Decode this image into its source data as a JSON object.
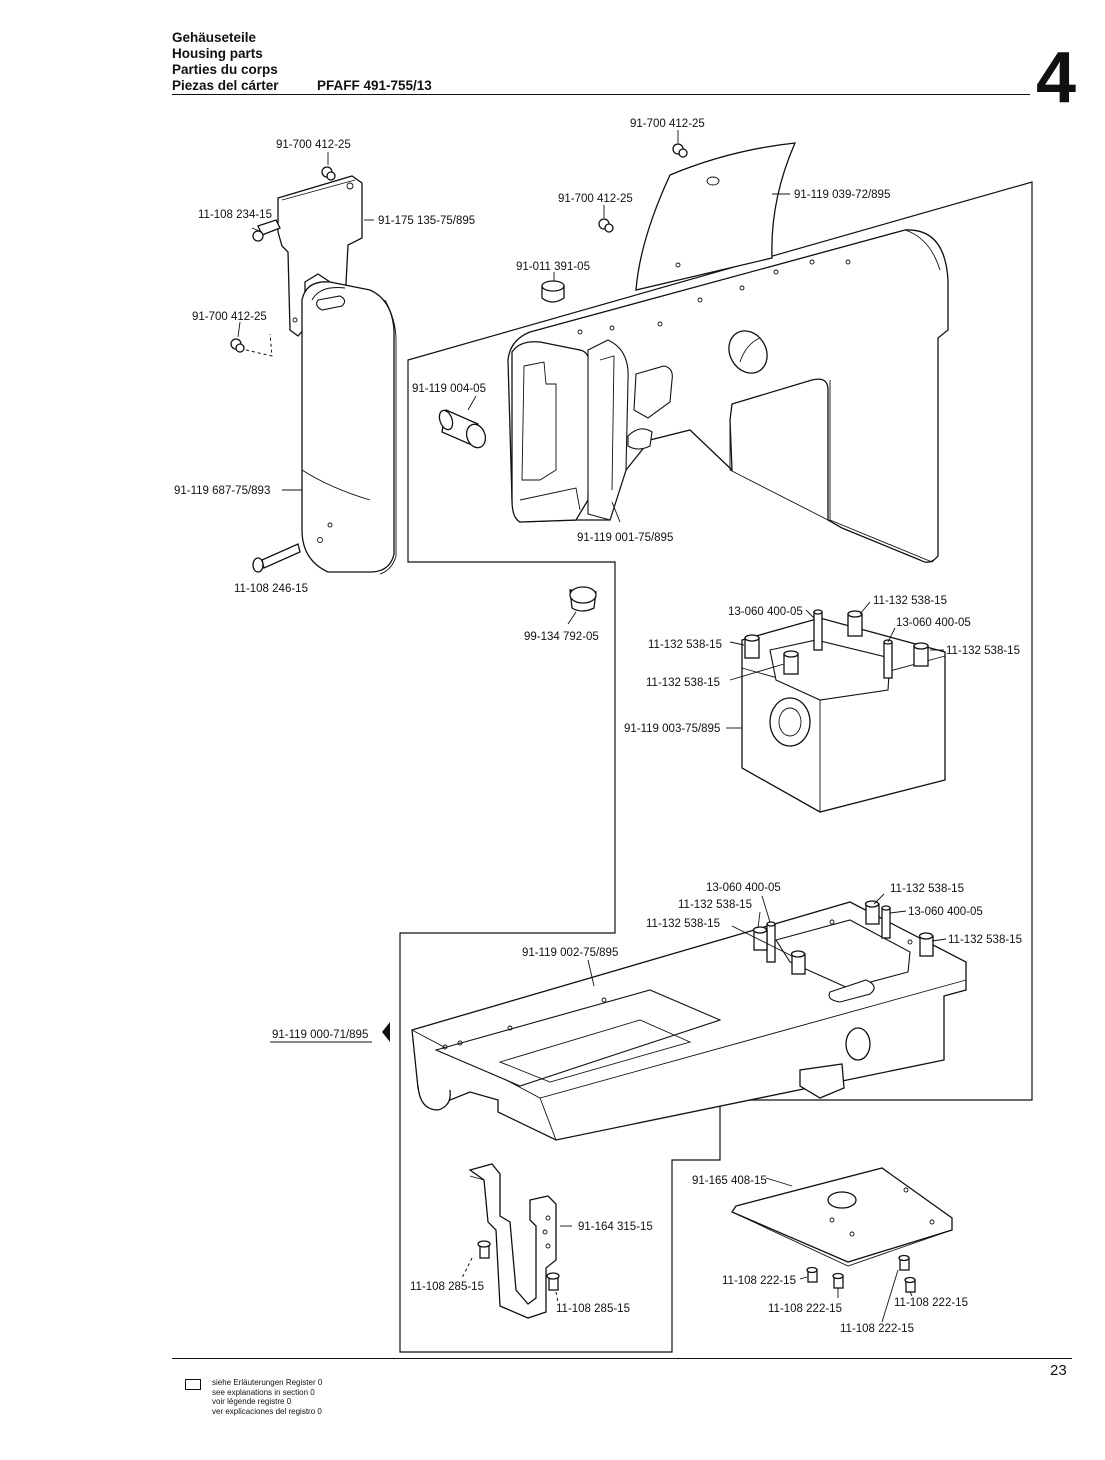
{
  "header": {
    "title_de": "Gehäuseteile",
    "title_en": "Housing parts",
    "title_fr": "Parties du corps",
    "title_es": "Piezas del cárter",
    "model": "PFAFF 491-755/13",
    "section": "4"
  },
  "labels": {
    "screw_top_left": "91-700 412-25",
    "bracket_plate": "91-175 135-75/895",
    "screw_left_mid": "91-700 412-25",
    "screw_cover_top": "91-700 412-25",
    "screw_cover_mid": "91-700 412-25",
    "top_cover": "91-119 039-72/895",
    "plug_top": "91-011 391-05",
    "face_screw": "11-108 234-15",
    "face_cover": "91-119 687-75/893",
    "face_screw_bottom": "11-108 246-15",
    "bushing": "91-119 004-05",
    "arm_part": "91-119 001-75/895",
    "plug_mid": "99-134 792-05",
    "pin_a1": "13-060 400-05",
    "screw_a1": "11-132 538-15",
    "pin_a2": "13-060 400-05",
    "screw_a2": "11-132 538-15",
    "screw_a3": "11-132 538-15",
    "screw_a4": "11-132 538-15",
    "standard": "91-119 003-75/895",
    "pin_b1": "13-060 400-05",
    "screw_b1": "11-132 538-15",
    "screw_b2": "11-132 538-15",
    "screw_b3": "11-132 538-15",
    "pin_b2": "13-060 400-05",
    "screw_b4": "11-132 538-15",
    "bed": "91-119 002-75/895",
    "assembly": "91-119 000-71/895",
    "bracket_bottom": "91-164 315-15",
    "bracket_screw_1": "11-108 285-15",
    "bracket_screw_2": "11-108 285-15",
    "base_plate": "91-165 408-15",
    "plate_screw_1": "11-108 222-15",
    "plate_screw_2": "11-108 222-15",
    "plate_screw_3": "11-108 222-15",
    "plate_screw_4": "11-108 222-15"
  },
  "footer": {
    "note_de": "siehe Erläuterungen Register 0",
    "note_en": "see explanations in section 0",
    "note_fr": "voir légende registre 0",
    "note_es": "ver explicaciones del registro 0",
    "page": "23"
  }
}
